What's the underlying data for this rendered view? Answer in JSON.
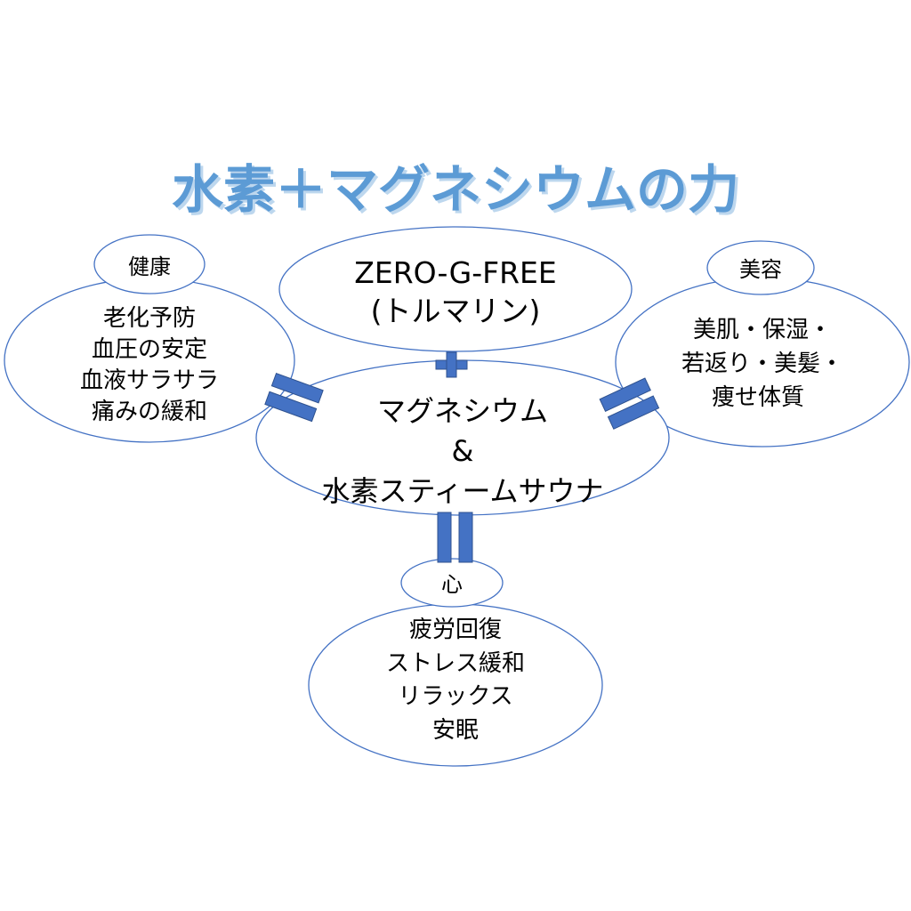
{
  "title": "水素＋マグネシウムの力",
  "colors": {
    "title": "#5b9bd5",
    "title_shadow": "#bdd7ee",
    "accent": "#4472c4"
  },
  "top": {
    "line1": "ZERO-G-FREE",
    "line2": "(トルマリン)"
  },
  "center": {
    "line1": "マグネシウム",
    "line2": "&",
    "line3": "水素スティームサウナ"
  },
  "health": {
    "label": "健康",
    "items": [
      "老化予防",
      "血圧の安定",
      "血液サラサラ",
      "痛みの緩和"
    ]
  },
  "beauty": {
    "label": "美容",
    "items": [
      "美肌・保湿・",
      "若返り・美髪・",
      "痩せ体質"
    ]
  },
  "mind": {
    "label": "心",
    "items": [
      "疲労回復",
      "ストレス緩和",
      "リラックス",
      "安眠"
    ]
  }
}
